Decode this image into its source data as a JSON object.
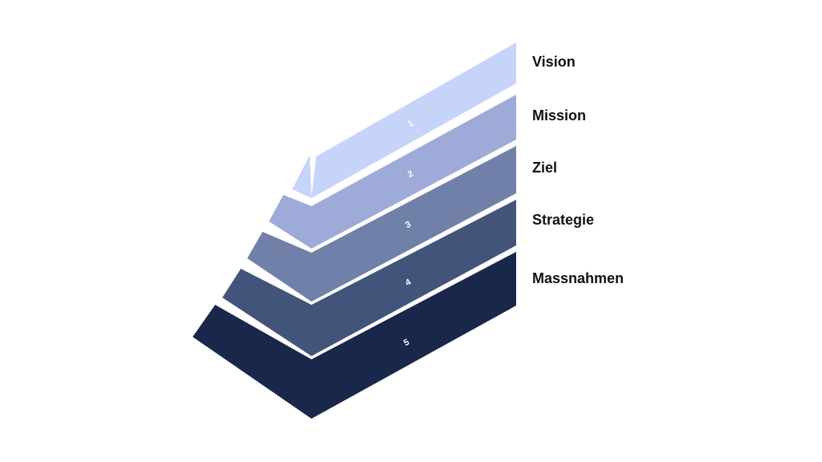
{
  "levels": [
    {
      "number": "1",
      "label": "Vision",
      "color": "#c6d4fa"
    },
    {
      "number": "2",
      "label": "Mission",
      "color": "#9eaad8"
    },
    {
      "number": "3",
      "label": "Ziel",
      "color": "#7080a9"
    },
    {
      "number": "4",
      "label": "Strategie",
      "color": "#43547a"
    },
    {
      "number": "5",
      "label": "Massnahmen",
      "color": "#18274a"
    }
  ]
}
